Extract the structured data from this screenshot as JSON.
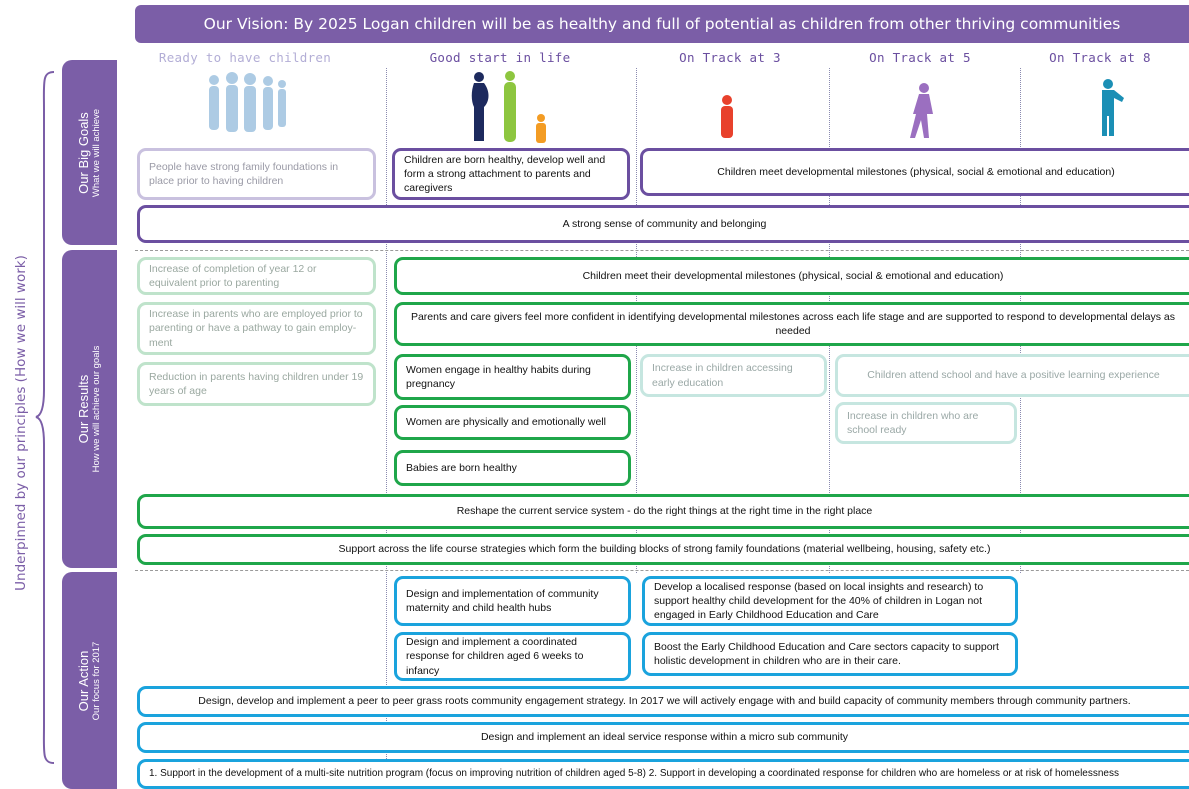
{
  "vision": "Our Vision: By 2025 Logan children will be as healthy and full of potential as children from other thriving communities",
  "stages": [
    {
      "label": "Ready to have children",
      "color": "#b3aed6"
    },
    {
      "label": "Good start in life",
      "color": "#6b4fa0"
    },
    {
      "label": "On Track at 3",
      "color": "#6b4fa0"
    },
    {
      "label": "On Track at 5",
      "color": "#6b4fa0"
    },
    {
      "label": "On Track at 8",
      "color": "#6b4fa0"
    }
  ],
  "side_label": "Underpinned by our principles (How we will work)",
  "bands": {
    "goals": {
      "title": "Our Big Goals",
      "subtitle": "What we will achieve"
    },
    "results": {
      "title": "Our Results",
      "subtitle": "How we will achieve our goals"
    },
    "action": {
      "title": "Our Action",
      "subtitle": "Our focus for 2017"
    }
  },
  "goals": {
    "ready": "People have strong family foundations in place prior to having children",
    "good_start": "Children are born healthy, develop well and form a strong attachment to parents and caregivers",
    "milestones": "Children meet developmental milestones (physical, social & emotional and education)",
    "community": "A strong sense of community and belonging"
  },
  "results": {
    "year12": "Increase of completion of year 12 or equivalent prior to parenting",
    "employed": "Increase in parents who are employed prior to parenting or have a pathway to gain employ-ment",
    "under19": "Reduction in parents having children under 19 years of age",
    "dev_milestones": "Children meet their developmental milestones (physical, social & emotional and education)",
    "parents_confident": "Parents and care givers feel more confident in identifying developmental milestones across each life stage and are supported to respond to developmental delays as needed",
    "healthy_habits": "Women engage in healthy habits during pregnancy",
    "women_well": "Women are physically and emotionally well",
    "babies_healthy": "Babies are born healthy",
    "early_education": "Increase in children accessing early education",
    "school_positive": "Children attend school and have a positive learning experience",
    "school_ready": "Increase in children who are school ready",
    "reshape": "Reshape the current service system  - do the right things at the right time in the right place",
    "support_life": "Support across the life course strategies which  form the building blocks of strong family foundations (material wellbeing, housing, safety etc.)"
  },
  "actions": {
    "hubs": "Design and implementation of community maternity and child health hubs",
    "localised": "Develop a localised response (based on local insights and research) to support healthy child development for the 40% of children in Logan not engaged in Early Childhood Education and Care",
    "coordinated_infancy": "Design and implement a coordinated response for children aged 6 weeks to infancy",
    "ecec": "Boost the Early Childhood Education and Care sectors capacity to support holistic development in children who are in their care.",
    "peer": "Design, develop and implement a peer to peer grass roots community engagement strategy.  In 2017 we will actively engage with and build capacity of community members through community partners.",
    "micro": "Design and implement an ideal service response within a micro sub community",
    "nutrition": "1. Support in the development of a multi-site nutrition program (focus on improving nutrition of children aged 5-8) 2. Support in developing a coordinated response for children who are homeless or at risk of homelessness"
  },
  "colors": {
    "purple": "#7b5ea7",
    "dark_purple": "#6b4fa0",
    "light_purple": "#c9c1df",
    "green": "#1fa64a",
    "light_green": "#bfe3cb",
    "blue": "#1aa3dd",
    "figure_blue_light": "#9fc3e0",
    "figure_navy": "#1d2a5e",
    "figure_lime": "#8dc63f",
    "figure_orange": "#f39c24",
    "figure_red": "#e8412c",
    "figure_violet": "#9b6fc0",
    "figure_teal": "#1b8fb5"
  }
}
